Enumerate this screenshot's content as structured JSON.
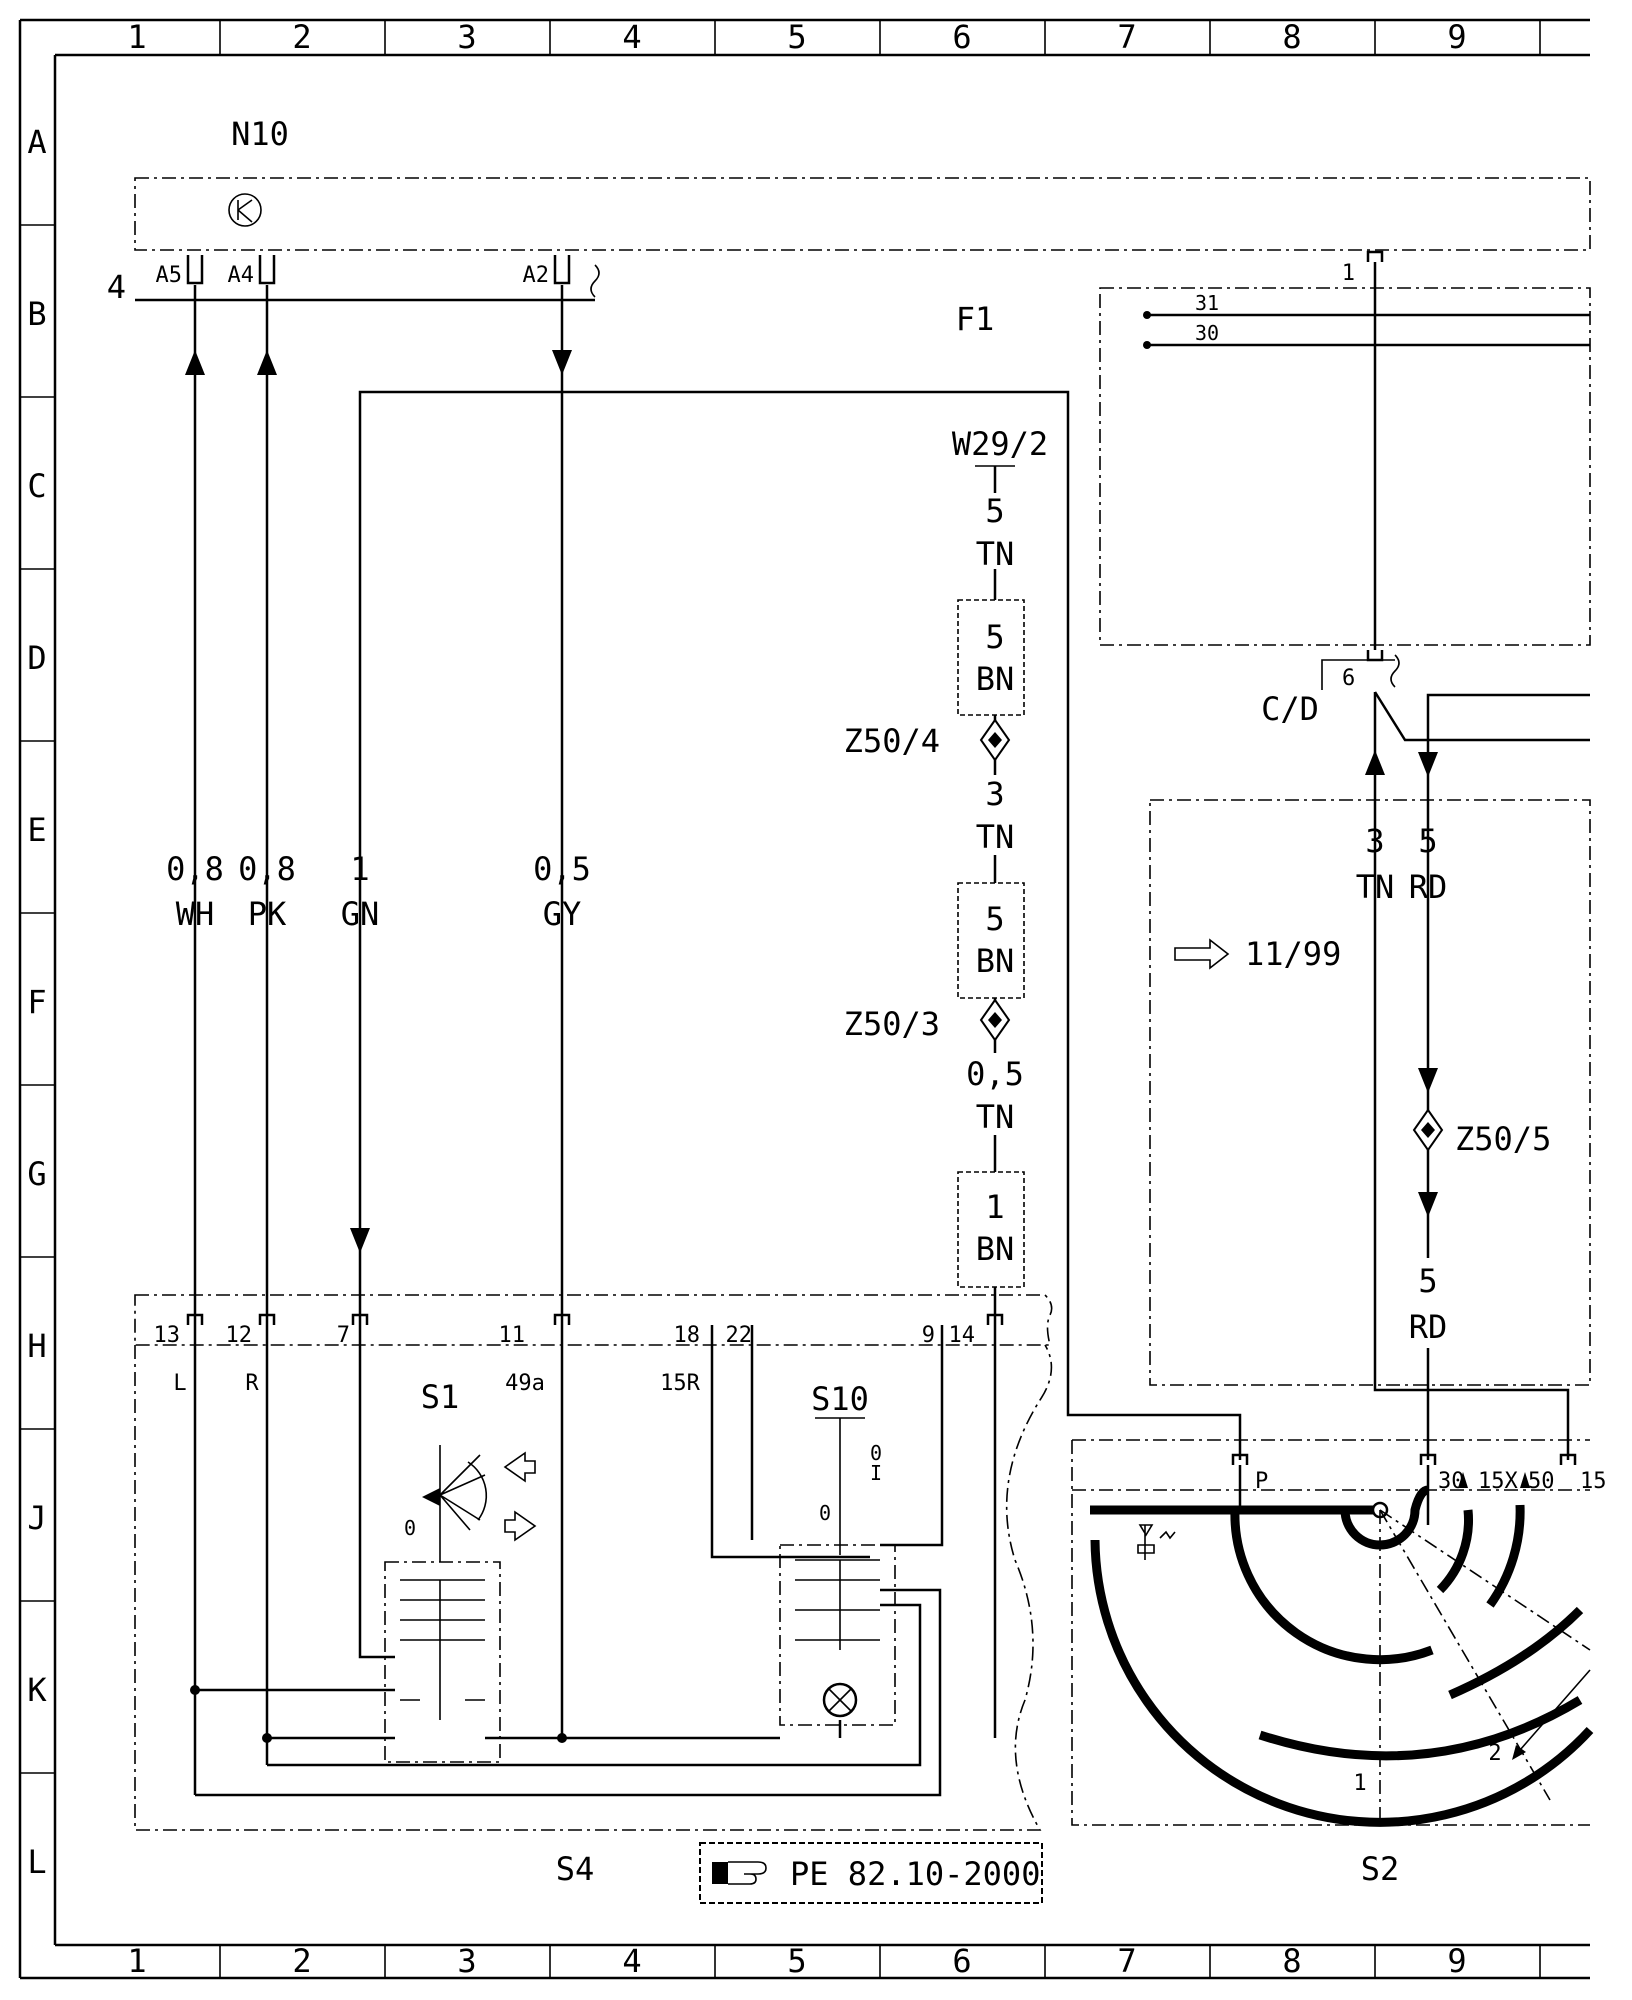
{
  "frame": {
    "columns": [
      "1",
      "2",
      "3",
      "4",
      "5",
      "6",
      "7",
      "8",
      "9"
    ],
    "rows": [
      "A",
      "B",
      "C",
      "D",
      "E",
      "F",
      "G",
      "H",
      "J",
      "K",
      "L"
    ]
  },
  "n10": {
    "label": "N10",
    "pins": [
      "A5",
      "A4",
      "A2"
    ],
    "side_label": "4"
  },
  "f1": {
    "label": "F1",
    "pin_top": "1",
    "bus_31": "31",
    "bus_30": "30"
  },
  "w29": {
    "label": "W29/2"
  },
  "tn_line": {
    "seg1_size": "5",
    "seg1_color": "TN",
    "box1_size": "5",
    "box1_color": "BN",
    "z1": "Z50/4",
    "seg2_size": "3",
    "seg2_color": "TN",
    "box2_size": "5",
    "box2_color": "BN",
    "z2": "Z50/3",
    "seg3_size": "0,5",
    "seg3_color": "TN",
    "box3_size": "1",
    "box3_color": "BN"
  },
  "wires": [
    {
      "size": "0,8",
      "color": "WH"
    },
    {
      "size": "0,8",
      "color": "PK"
    },
    {
      "size": "1",
      "color": "GN"
    },
    {
      "size": "0,5",
      "color": "GY"
    }
  ],
  "cd": {
    "label": "C/D",
    "pin": "6",
    "wire1_size": "3",
    "wire1_color": "TN",
    "wire2_size": "5",
    "wire2_color": "RD",
    "ref": "11/99",
    "z": "Z50/5",
    "wire3_size": "5",
    "wire3_color": "RD"
  },
  "s4": {
    "label": "S4",
    "pins": [
      "13",
      "12",
      "7",
      "11",
      "18",
      "22",
      "9",
      "14"
    ],
    "term_L": "L",
    "term_R": "R",
    "term_49a": "49a",
    "term_15R": "15R",
    "s1": "S1",
    "s10": "S10",
    "s1_pos0": "0",
    "s10_pos0": "0",
    "s10_pos1": "I"
  },
  "s2": {
    "label": "S2",
    "pins": [
      "P",
      "30",
      "15X",
      "50",
      "15"
    ],
    "pos1": "1",
    "pos2": "2"
  },
  "reference": {
    "text": "PE 82.10-2000"
  }
}
